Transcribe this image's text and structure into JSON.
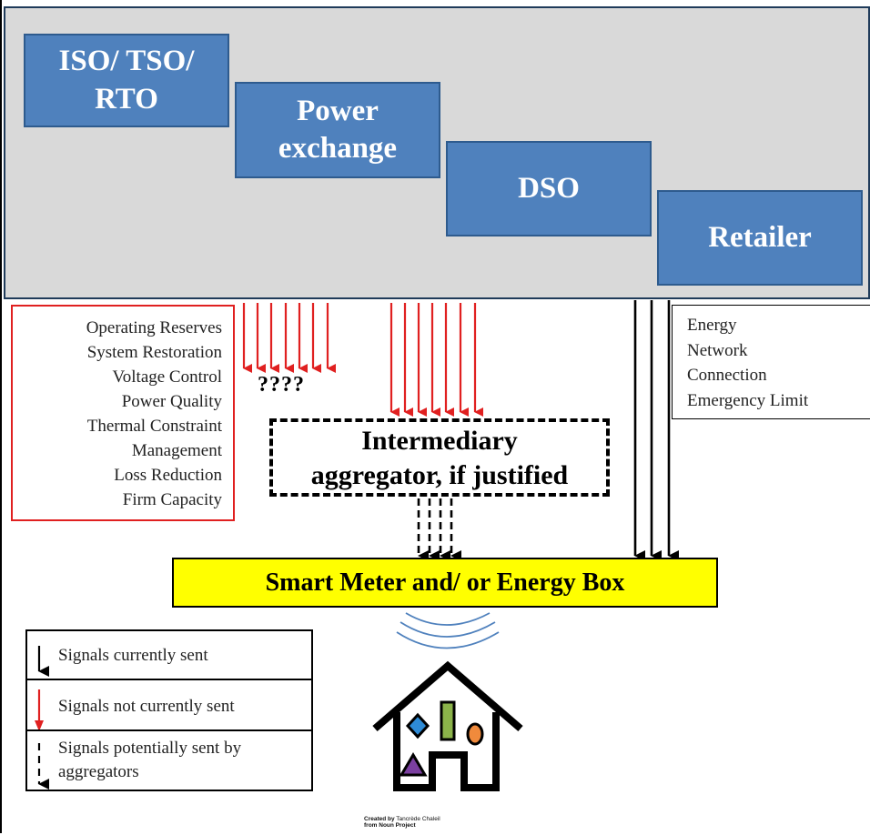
{
  "actors": [
    {
      "id": "iso",
      "label": "ISO/ TSO/\nRTO"
    },
    {
      "id": "pex",
      "label": "Power\nexchange"
    },
    {
      "id": "dso",
      "label": "DSO"
    },
    {
      "id": "ret",
      "label": "Retailer"
    }
  ],
  "red_box_items": [
    "Operating Reserves",
    "System Restoration",
    "Voltage Control",
    "Power Quality",
    "Thermal Constraint",
    "Management",
    "Loss Reduction",
    "Firm Capacity"
  ],
  "black_box_items": [
    "Energy",
    "Network",
    "Connection",
    "Emergency Limit"
  ],
  "question_marks": "????",
  "aggregator_label": "Intermediary\naggregator, if justified",
  "smart_meter_label": "Smart Meter and/ or Energy Box",
  "legend": {
    "current": "Signals currently sent",
    "not_current": "Signals not currently sent",
    "potential": "Signals potentially sent by\naggregators"
  },
  "credit": {
    "line1_bold": "Created by",
    "line1_rest": " Tancrède Chaleil",
    "line2": "from Noun Project"
  },
  "colors": {
    "actor_fill": "#4f81bd",
    "panel": "#d9d9d9",
    "red_arrow": "#e02020",
    "meter": "#ffff00",
    "wifi": "#4f81bd",
    "diamond": "#2e8bd6",
    "bar": "#8bb34a",
    "oval": "#f08a3c",
    "triangle": "#7b3fa0"
  }
}
